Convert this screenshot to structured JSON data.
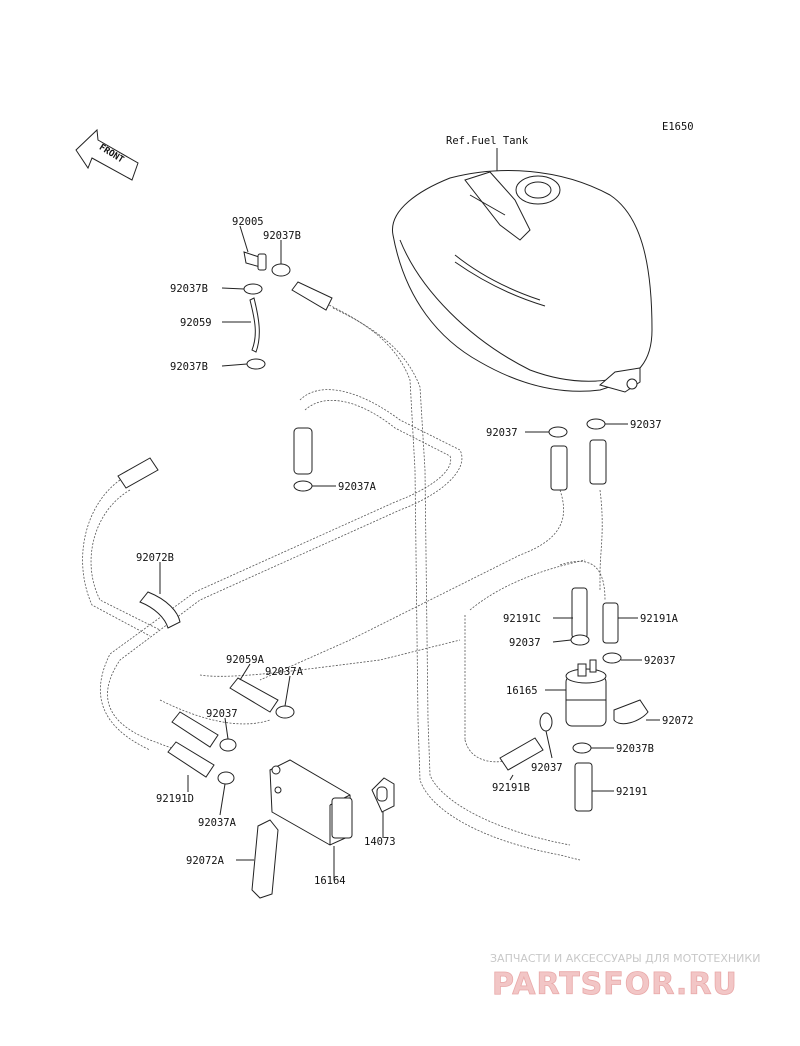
{
  "diagram": {
    "code": "E1650",
    "ref_label": "Ref.Fuel Tank",
    "front_label": "FRONT",
    "parts": [
      {
        "id": "p1",
        "number": "92005"
      },
      {
        "id": "p2",
        "number": "92037B"
      },
      {
        "id": "p3",
        "number": "92037B"
      },
      {
        "id": "p4",
        "number": "92059"
      },
      {
        "id": "p5",
        "number": "92037B"
      },
      {
        "id": "p6",
        "number": "92037A"
      },
      {
        "id": "p7",
        "number": "92037"
      },
      {
        "id": "p8",
        "number": "92037"
      },
      {
        "id": "p9",
        "number": "92072B"
      },
      {
        "id": "p10",
        "number": "92191C"
      },
      {
        "id": "p11",
        "number": "92191A"
      },
      {
        "id": "p12",
        "number": "92037"
      },
      {
        "id": "p13",
        "number": "92037"
      },
      {
        "id": "p14",
        "number": "16165"
      },
      {
        "id": "p15",
        "number": "92072"
      },
      {
        "id": "p16",
        "number": "92037B"
      },
      {
        "id": "p17",
        "number": "92037"
      },
      {
        "id": "p18",
        "number": "92191B"
      },
      {
        "id": "p19",
        "number": "92191"
      },
      {
        "id": "p20",
        "number": "92059A"
      },
      {
        "id": "p21",
        "number": "92037A"
      },
      {
        "id": "p22",
        "number": "92037"
      },
      {
        "id": "p23",
        "number": "92191D"
      },
      {
        "id": "p24",
        "number": "92037A"
      },
      {
        "id": "p25",
        "number": "92072A"
      },
      {
        "id": "p26",
        "number": "16164"
      },
      {
        "id": "p27",
        "number": "14073"
      }
    ]
  },
  "watermark": {
    "tagline": "ЗАПЧАСТИ И АКСЕССУАРЫ ДЛЯ МОТОТЕХНИКИ",
    "brand": "PARTSFOR.RU"
  }
}
